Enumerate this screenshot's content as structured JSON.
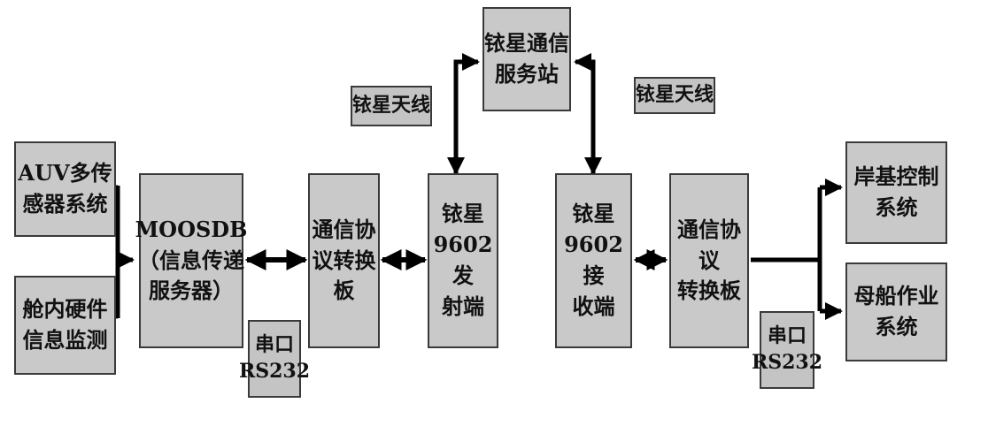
{
  "nodes": {
    "auv": "AUV多传\n感器系统",
    "hull": "舱内硬件\n信息监测",
    "moosdb": "MOOSDB\n（信息传递\n服务器）",
    "proto1": "通信协\n议转换\n板",
    "tx": "铱星\n9602发\n射端",
    "station": "铱星通信\n服务站",
    "rx": "铱星\n9602接\n收端",
    "proto2": "通信协议\n转换板",
    "shore": "岸基控制\n系统",
    "mother": "母船作业\n系统"
  },
  "labels": {
    "antenna_left": "铱星天线",
    "antenna_right": "铱星天线",
    "serial_left": "串口\nRS232",
    "serial_right": "串口\nRS232"
  }
}
